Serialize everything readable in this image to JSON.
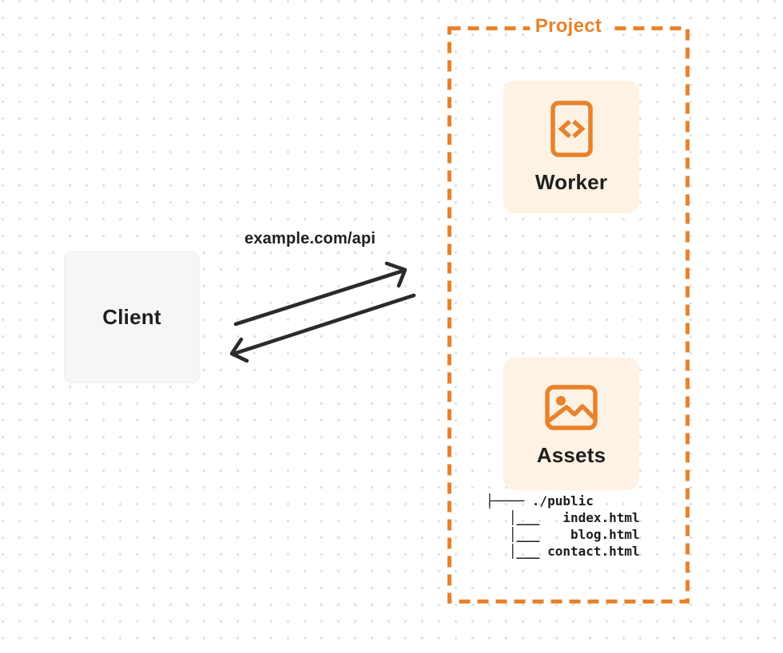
{
  "diagram": {
    "accent_color": "#e8822b",
    "arrow_color": "#2b2b2b",
    "background": {
      "color": "#ffffff",
      "dot_color": "#e2e2e2"
    },
    "client": {
      "label": "Client",
      "bg_color": "#f6f6f6"
    },
    "request": {
      "label": "example.com/api"
    },
    "project": {
      "label": "Project",
      "nodes": [
        {
          "label": "Worker",
          "icon": "code-file-icon",
          "bg_color": "#fdf2e3"
        },
        {
          "label": "Assets",
          "icon": "image-icon",
          "bg_color": "#fdf2e3"
        }
      ],
      "file_tree": [
        "├──── ./public",
        "   │___   index.html",
        "   │___    blog.html",
        "   │___ contact.html"
      ]
    }
  }
}
